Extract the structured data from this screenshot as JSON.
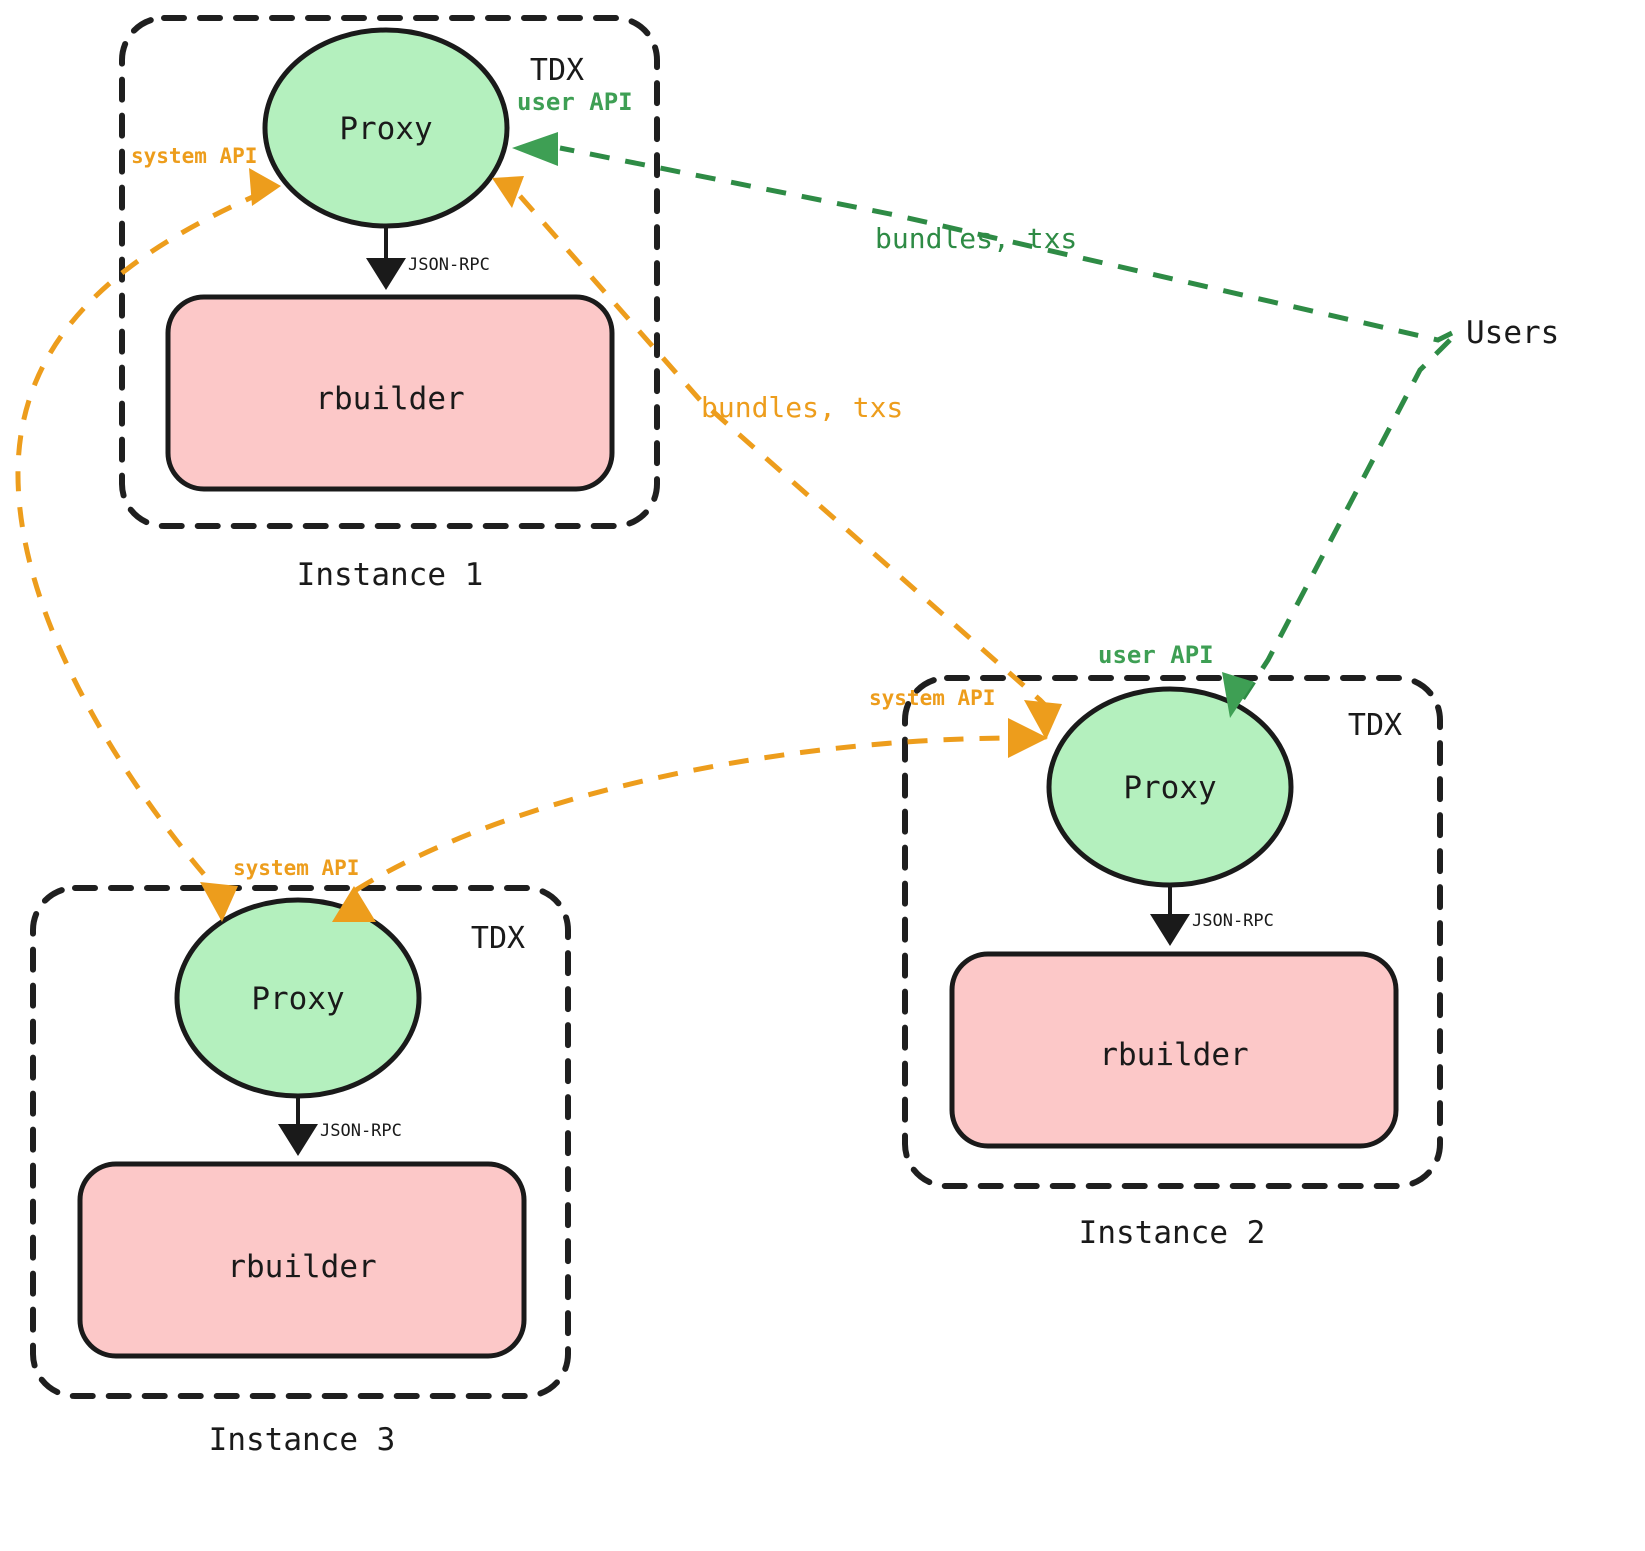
{
  "diagram": {
    "title": "TDX instances with Proxy and rbuilder architecture",
    "colors": {
      "proxy_fill": "#B4F0BE",
      "rbuilder_fill": "#FCC8C8",
      "system_api": "#ED9D1C",
      "user_api": "#3E9F54",
      "bundles_txs": "#2E8B45",
      "border": "#1a1a1a"
    },
    "instances": [
      {
        "id": "instance-1",
        "caption": "Instance 1",
        "tdx_label": "TDX",
        "proxy_label": "Proxy",
        "builder_label": "rbuilder",
        "internal_edge_label": "JSON-RPC"
      },
      {
        "id": "instance-2",
        "caption": "Instance 2",
        "tdx_label": "TDX",
        "proxy_label": "Proxy",
        "builder_label": "rbuilder",
        "internal_edge_label": "JSON-RPC"
      },
      {
        "id": "instance-3",
        "caption": "Instance 3",
        "tdx_label": "TDX",
        "proxy_label": "Proxy",
        "builder_label": "rbuilder",
        "internal_edge_label": "JSON-RPC"
      }
    ],
    "external_actor": {
      "label": "Users"
    },
    "edge_labels": {
      "system_api_1": "system API",
      "system_api_2": "system API",
      "system_api_3": "system API",
      "user_api_1": "user API",
      "user_api_2": "user API",
      "bundles_txs_green": "bundles, txs",
      "bundles_txs_orange": "bundles, txs"
    }
  }
}
